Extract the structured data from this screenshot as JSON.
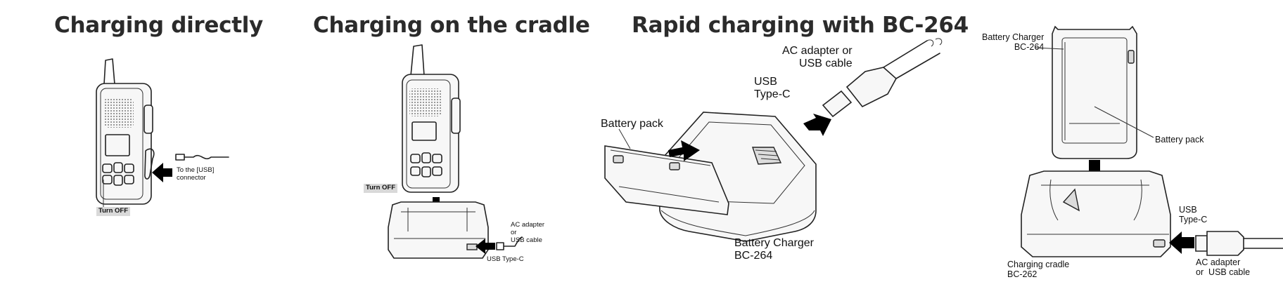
{
  "headings": {
    "direct": "Charging directly",
    "cradle": "Charging on the cradle",
    "rapid": "Rapid charging with BC-264"
  },
  "labels": {
    "usb_connector": "To the [USB]\nconnector",
    "turn_off_1": "Turn OFF",
    "turn_off_2": "Turn OFF",
    "ac_adapter_or_usb_small": "AC adapter\nor\nUSB cable",
    "usb_type_c_small": "USB Type-C",
    "battery_pack_big": "Battery pack",
    "usb_type_c_big": "USB\nType-C",
    "ac_adapter_or_usb_big": "AC adapter or\nUSB cable",
    "battery_charger_bc264_big": "Battery Charger\nBC-264",
    "battery_charger_bc264_right": "Battery Charger\nBC-264",
    "battery_pack_right": "Battery pack",
    "usb_type_c_right": "USB\nType-C",
    "charging_cradle": "Charging cradle\nBC-262",
    "ac_adapter_or_usb_right": "AC adapter\nor  USB cable"
  }
}
